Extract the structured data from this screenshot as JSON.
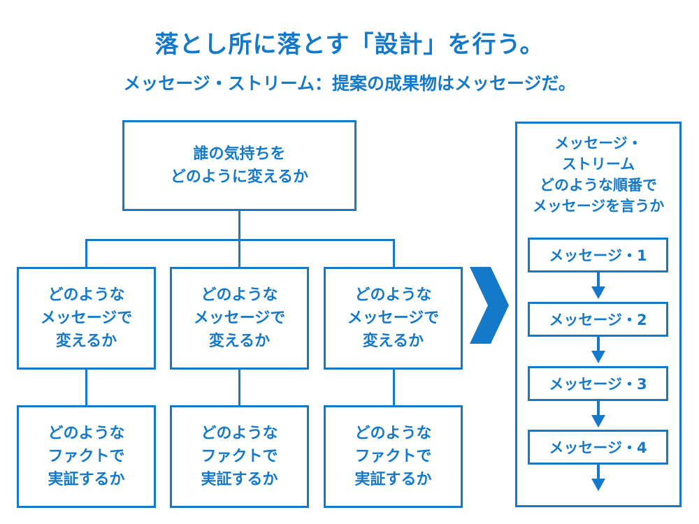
{
  "header": {
    "title": "落とし所に落とす「設計」を行う。",
    "subtitle": "メッセージ・ストリーム：提案の成果物はメッセージだ。"
  },
  "tree": {
    "root": "誰の気持ちを\nどのように変えるか",
    "middle": [
      "どのような\nメッセージで\n変えるか",
      "どのような\nメッセージで\n変えるか",
      "どのような\nメッセージで\n変えるか"
    ],
    "bottom": [
      "どのような\nファクトで\n実証するか",
      "どのような\nファクトで\n実証するか",
      "どのような\nファクトで\n実証するか"
    ]
  },
  "stream": {
    "heading": "メッセージ・\nストリーム\nどのような順番で\nメッセージを言うか",
    "messages": [
      "メッセージ・1",
      "メッセージ・2",
      "メッセージ・3",
      "メッセージ・4"
    ]
  },
  "colors": {
    "accent": "#1479c9",
    "background": "#ffffff"
  }
}
